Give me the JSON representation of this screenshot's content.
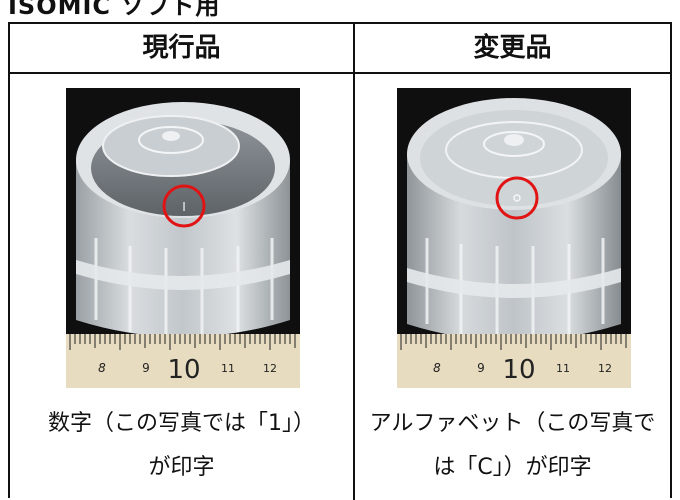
{
  "top_title": "ISOMIC ソフト用",
  "table": {
    "header_current": "現行品",
    "header_changed": "変更品",
    "caption_current_line1": "数字（この写真では「1」）",
    "caption_current_line2": "が印字",
    "caption_changed_line1": "アルファベット（この写真で",
    "caption_changed_line2": "は「C」）が印字"
  },
  "ruler": {
    "tick_labels": [
      "8",
      "9",
      "10",
      "11",
      "12"
    ]
  },
  "marker": {
    "current_mark": "I"
  },
  "colors": {
    "highlight_circle": "#e01414",
    "photo_background": "#0f0f10",
    "ruler_face": "#e8dcc0"
  }
}
